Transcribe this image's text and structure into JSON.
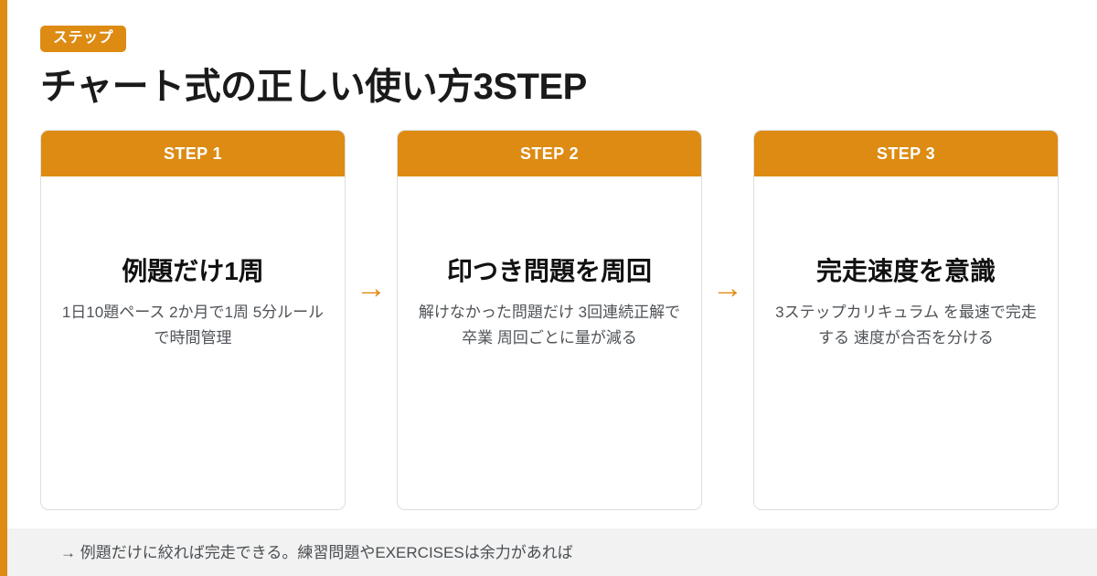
{
  "theme": {
    "accent": "#DD8B12",
    "arrow_color": "#E08A14",
    "title_color": "#1a1a1a",
    "body_text_color": "#4f5357",
    "card_border": "#dedede",
    "footer_bg": "#F2F2F2",
    "page_bg": "#ffffff"
  },
  "header": {
    "badge": "ステップ",
    "title": "チャート式の正しい使い方3STEP"
  },
  "cards": [
    {
      "step_label": "STEP 1",
      "heading": "例題だけ1周",
      "text": "1日10題ペース 2か月で1周 5分ルールで時間管理"
    },
    {
      "step_label": "STEP 2",
      "heading": "印つき問題を周回",
      "text": "解けなかった問題だけ 3回連続正解で卒業 周回ごとに量が減る"
    },
    {
      "step_label": "STEP 3",
      "heading": "完走速度を意識",
      "text": "3ステップカリキュラム を最速で完走する 速度が合否を分ける"
    }
  ],
  "connectors": [
    {
      "glyph": "→"
    },
    {
      "glyph": "→"
    }
  ],
  "footer": {
    "text": "→ 例題だけに絞れば完走できる。練習問題やEXERCISESは余力があれば"
  }
}
